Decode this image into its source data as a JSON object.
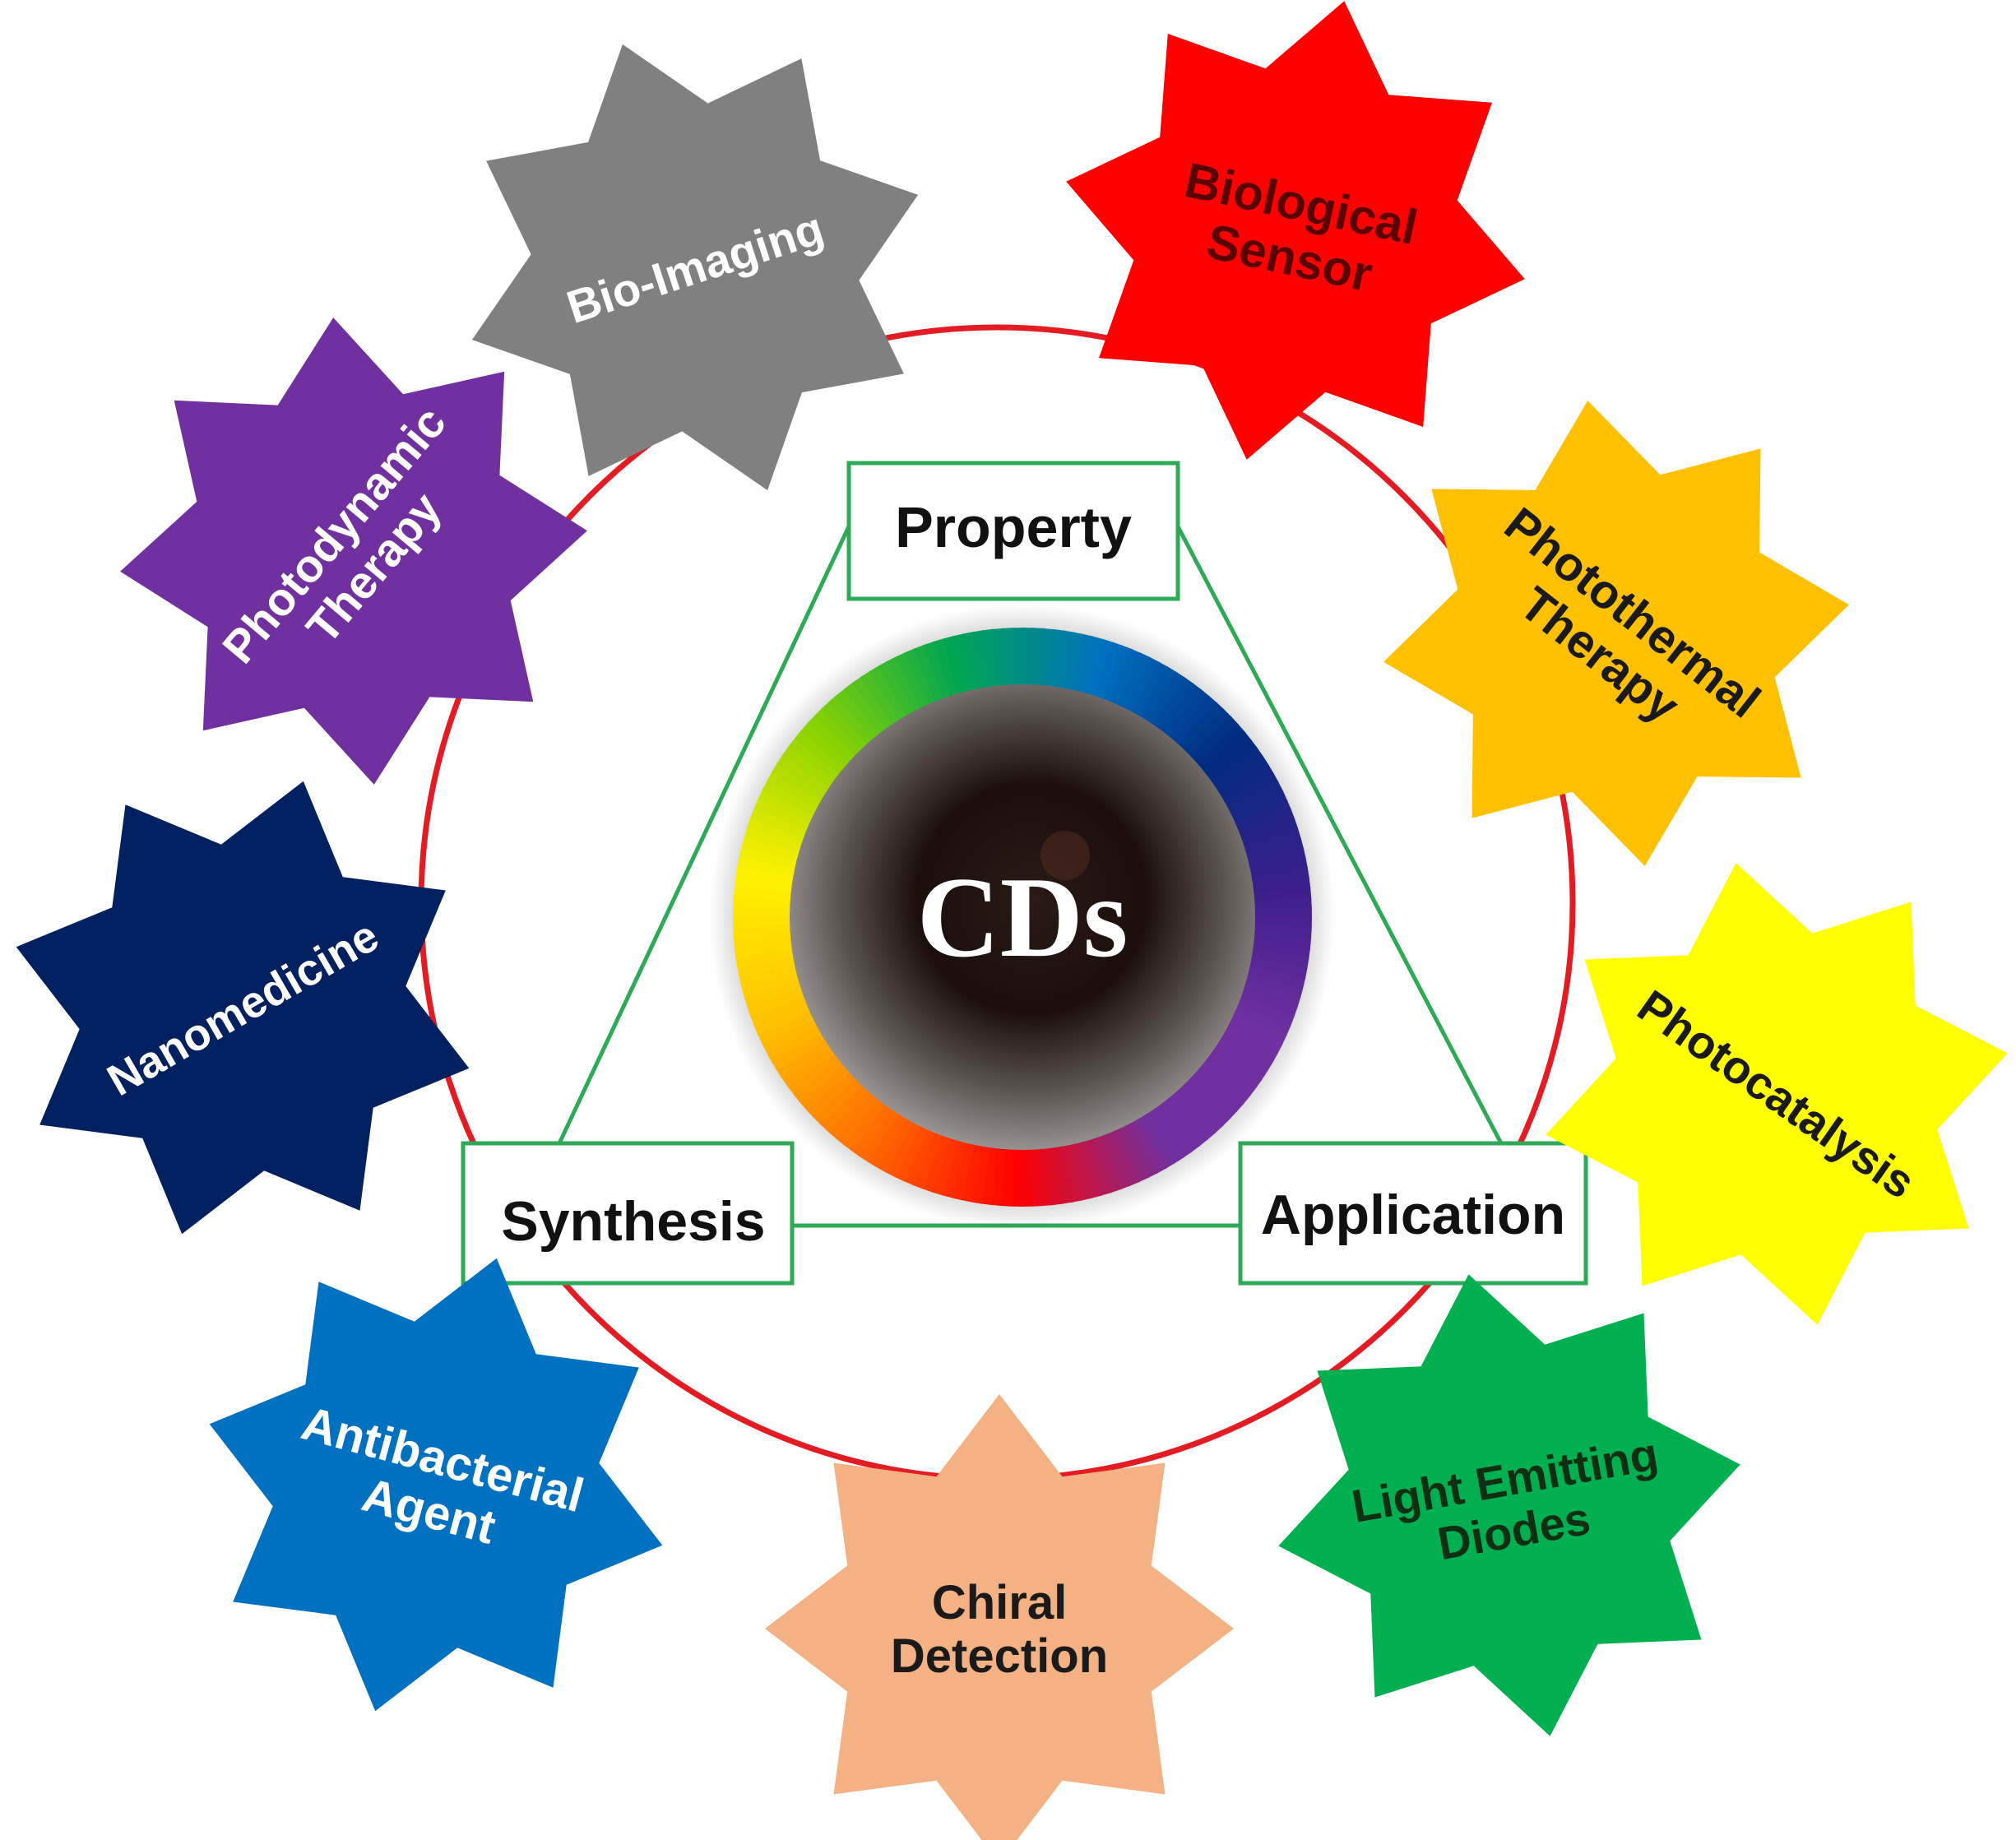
{
  "center": {
    "label": "CDs"
  },
  "triangle": {
    "top": "Property",
    "left": "Synthesis",
    "right": "Application"
  },
  "applications": [
    {
      "lines": [
        "Bio-Imaging"
      ],
      "color": "#808080",
      "text_color": "#ffffff"
    },
    {
      "lines": [
        "Biological",
        "Sensor"
      ],
      "color": "#ff0000",
      "text_color": "#5a0000"
    },
    {
      "lines": [
        "Photothermal",
        "Therapy"
      ],
      "color": "#ffc000",
      "text_color": "#1a1a1a"
    },
    {
      "lines": [
        "Photocatalysis"
      ],
      "color": "#ffff00",
      "text_color": "#1a1a1a"
    },
    {
      "lines": [
        "Light Emitting",
        "Diodes"
      ],
      "color": "#00b050",
      "text_color": "#0f2f14"
    },
    {
      "lines": [
        "Chiral",
        "Detection"
      ],
      "color": "#f4b183",
      "text_color": "#1a1a1a"
    },
    {
      "lines": [
        "Antibacterial",
        "Agent"
      ],
      "color": "#0070c0",
      "text_color": "#ffffff"
    },
    {
      "lines": [
        "Nanomedicine"
      ],
      "color": "#002060",
      "text_color": "#ffffff"
    },
    {
      "lines": [
        "Photodynamic",
        "Therapy"
      ],
      "color": "#7030a0",
      "text_color": "#ffffff"
    }
  ],
  "colors": {
    "orbit": "#e31b23",
    "triangle": "#2eaa56"
  }
}
